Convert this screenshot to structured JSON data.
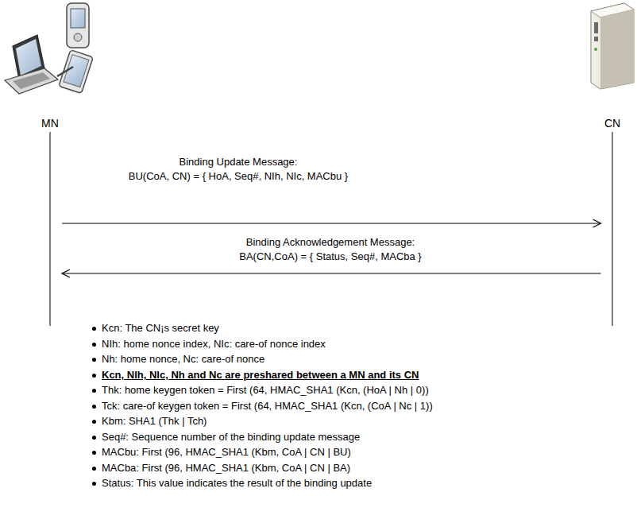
{
  "diagram": {
    "nodes": [
      {
        "text": [
          "MN"
        ]
      },
      {
        "text": [
          "CN"
        ]
      }
    ],
    "edges": [
      {
        "from": 0,
        "to": 1,
        "arrow": "to",
        "label": "Binding Update Message: BU(CoA, CN) = { HoA, Seq#, NIh, NIc, MACbu }"
      },
      {
        "from": 1,
        "to": 0,
        "arrow": "to",
        "label": "Binding Acknowledgement Message: BA(CN,CoA) = { Status, Seq#, MACba }"
      }
    ],
    "labels": [
      "Kcn: The CN¡s secret key",
      "NIh: home nonce index, NIc: care-of nonce index",
      "Nh: home nonce, Nc: care-of nonce",
      "Kcn, NIh, NIc, Nh and Nc are preshared between a MN and its CN",
      "Thk: home keygen token = First (64, HMAC_SHA1 (Kcn, (HoA | Nh | 0))",
      "Tck: care-of keygen token = First (64, HMAC_SHA1 (Kcn, (CoA | Nc | 1))",
      "Kbm: SHA1 (Thk | Tch)",
      "Seq#: Sequence number of the binding update message",
      "MACbu: First (96, HMAC_SHA1 (Kbm, CoA | CN | BU)",
      "MACba: First (96, HMAC_SHA1 (Kbm, CoA | CN | BA)",
      "Status: This value indicates the result of the binding update"
    ]
  }
}
